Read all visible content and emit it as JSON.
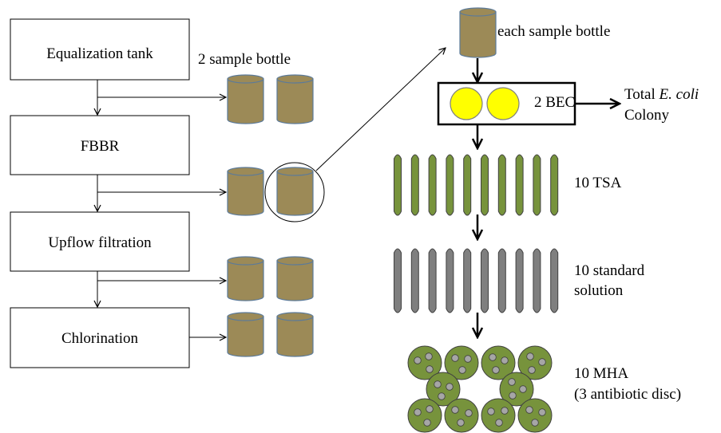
{
  "process_steps": [
    "Equalization  tank",
    "FBBR",
    "Upflow filtration",
    "Chlorination"
  ],
  "labels": {
    "two_sample_bottle": "2 sample bottle",
    "each_sample_bottle": "each sample bottle",
    "bec": "2 BEC",
    "total_ecoli_prefix": "Total ",
    "total_ecoli_species": "E. coli",
    "colony": "Colony",
    "tsa": "10 TSA",
    "standard_line1": "10 standard",
    "standard_line2": "solution",
    "mha_line1": "10 MHA",
    "mha_line2": "(3 antibiotic disc)"
  },
  "counts": {
    "tsa_tubes": 10,
    "standard_tubes": 10,
    "mha_plates": 10,
    "bec_plates": 2,
    "antibiotic_discs_per_plate": 3
  },
  "colors": {
    "bottle_fill": "#9c8a57",
    "bottle_stroke": "#5b7a9a",
    "bec_fill": "#ffff00",
    "tsa_fill": "#77933c",
    "standard_fill": "#7f7f7f",
    "mha_fill": "#77933c",
    "disc_fill": "#a6a6a6"
  }
}
